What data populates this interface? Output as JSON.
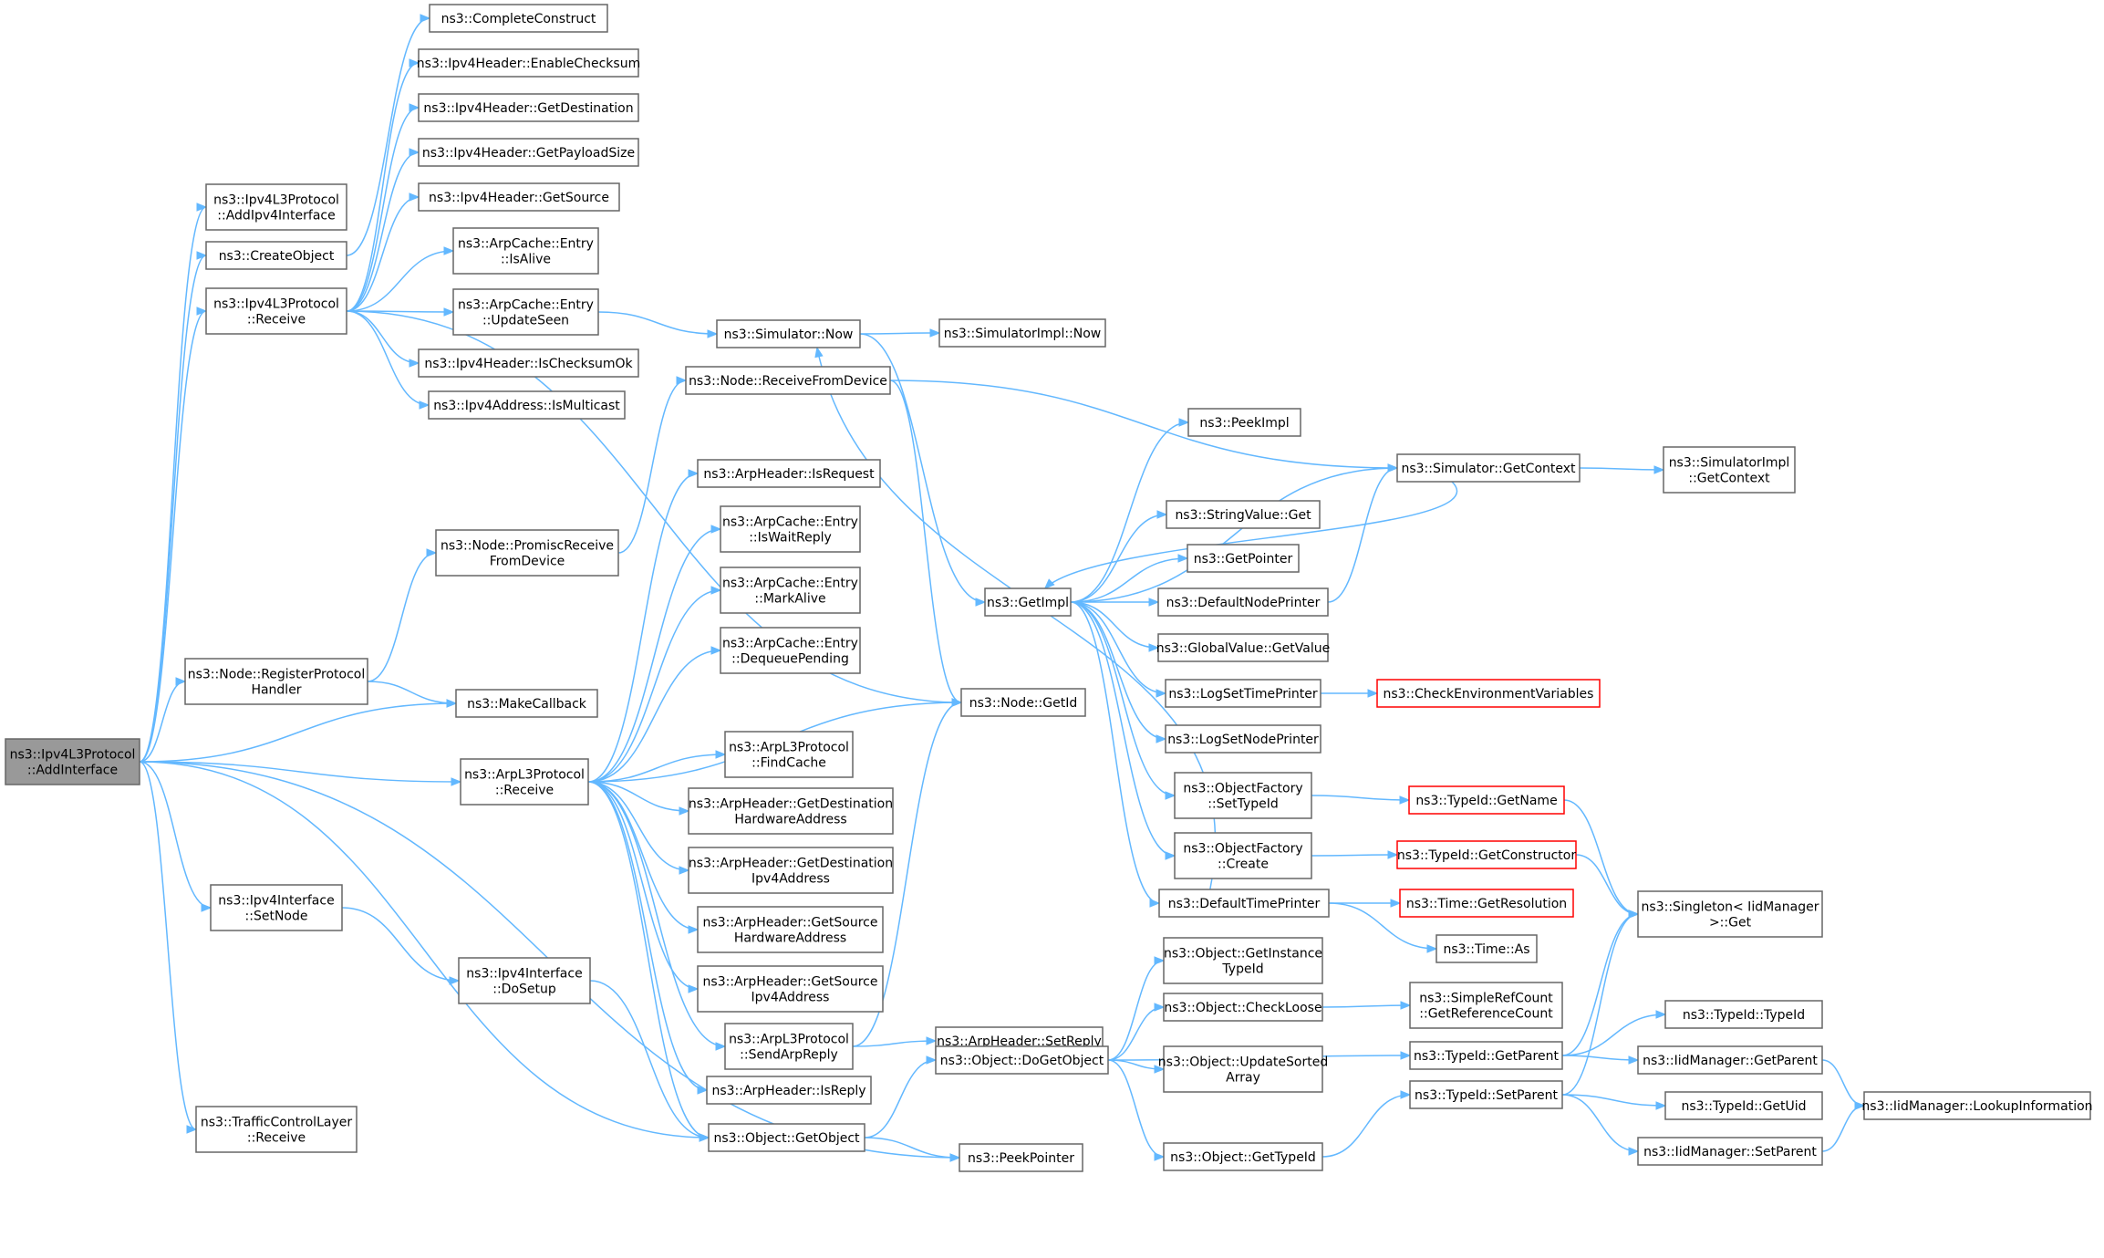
{
  "colors": {
    "edge": "#63b8ff",
    "node_border": "#666666",
    "root_fill": "#999999",
    "highlight_border": "#ff0000"
  },
  "nodes": [
    {
      "id": "AddInterface",
      "lines": [
        "ns3::Ipv4L3Protocol",
        "::AddInterface"
      ],
      "root": true
    },
    {
      "id": "AddIpv4Interface",
      "lines": [
        "ns3::Ipv4L3Protocol",
        "::AddIpv4Interface"
      ]
    },
    {
      "id": "CreateObject",
      "lines": [
        "ns3::CreateObject"
      ]
    },
    {
      "id": "Ipv4Receive",
      "lines": [
        "ns3::Ipv4L3Protocol",
        "::Receive"
      ]
    },
    {
      "id": "PromiscReceive",
      "lines": [
        "ns3::Node::PromiscReceive",
        "FromDevice"
      ]
    },
    {
      "id": "RegisterProtocol",
      "lines": [
        "ns3::Node::RegisterProtocol",
        "Handler"
      ]
    },
    {
      "id": "ArpReceive",
      "lines": [
        "ns3::ArpL3Protocol",
        "::Receive"
      ]
    },
    {
      "id": "SetNode",
      "lines": [
        "ns3::Ipv4Interface",
        "::SetNode"
      ]
    },
    {
      "id": "DoSetup",
      "lines": [
        "ns3::Ipv4Interface",
        "::DoSetup"
      ]
    },
    {
      "id": "TCLReceive",
      "lines": [
        "ns3::TrafficControlLayer",
        "::Receive"
      ]
    },
    {
      "id": "CompleteConstruct",
      "lines": [
        "ns3::CompleteConstruct"
      ]
    },
    {
      "id": "EnableChecksum",
      "lines": [
        "ns3::Ipv4Header::EnableChecksum"
      ]
    },
    {
      "id": "GetDestination",
      "lines": [
        "ns3::Ipv4Header::GetDestination"
      ]
    },
    {
      "id": "GetPayloadSize",
      "lines": [
        "ns3::Ipv4Header::GetPayloadSize"
      ]
    },
    {
      "id": "GetSource",
      "lines": [
        "ns3::Ipv4Header::GetSource"
      ]
    },
    {
      "id": "IsAlive",
      "lines": [
        "ns3::ArpCache::Entry",
        "::IsAlive"
      ]
    },
    {
      "id": "UpdateSeen",
      "lines": [
        "ns3::ArpCache::Entry",
        "::UpdateSeen"
      ]
    },
    {
      "id": "IsChecksumOk",
      "lines": [
        "ns3::Ipv4Header::IsChecksumOk"
      ]
    },
    {
      "id": "IsMulticast",
      "lines": [
        "ns3::Ipv4Address::IsMulticast"
      ]
    },
    {
      "id": "MakeCallback",
      "lines": [
        "ns3::MakeCallback"
      ]
    },
    {
      "id": "ReceiveFromDevice",
      "lines": [
        "ns3::Node::ReceiveFromDevice"
      ]
    },
    {
      "id": "IsRequest",
      "lines": [
        "ns3::ArpHeader::IsRequest"
      ]
    },
    {
      "id": "IsWaitReply",
      "lines": [
        "ns3::ArpCache::Entry",
        "::IsWaitReply"
      ]
    },
    {
      "id": "MarkAlive",
      "lines": [
        "ns3::ArpCache::Entry",
        "::MarkAlive"
      ]
    },
    {
      "id": "DequeuePending",
      "lines": [
        "ns3::ArpCache::Entry",
        "::DequeuePending"
      ]
    },
    {
      "id": "FindCache",
      "lines": [
        "ns3::ArpL3Protocol",
        "::FindCache"
      ]
    },
    {
      "id": "GetDestHW",
      "lines": [
        "ns3::ArpHeader::GetDestination",
        "HardwareAddress"
      ]
    },
    {
      "id": "GetDestIpv4",
      "lines": [
        "ns3::ArpHeader::GetDestination",
        "Ipv4Address"
      ]
    },
    {
      "id": "GetSrcHW",
      "lines": [
        "ns3::ArpHeader::GetSource",
        "HardwareAddress"
      ]
    },
    {
      "id": "GetSrcIpv4",
      "lines": [
        "ns3::ArpHeader::GetSource",
        "Ipv4Address"
      ]
    },
    {
      "id": "SendArpReply",
      "lines": [
        "ns3::ArpL3Protocol",
        "::SendArpReply"
      ]
    },
    {
      "id": "IsReply",
      "lines": [
        "ns3::ArpHeader::IsReply"
      ]
    },
    {
      "id": "GetObject",
      "lines": [
        "ns3::Object::GetObject"
      ]
    },
    {
      "id": "SimNow",
      "lines": [
        "ns3::Simulator::Now"
      ]
    },
    {
      "id": "SimImplNow",
      "lines": [
        "ns3::SimulatorImpl::Now"
      ]
    },
    {
      "id": "GetImpl",
      "lines": [
        "ns3::GetImpl"
      ]
    },
    {
      "id": "GetId",
      "lines": [
        "ns3::Node::GetId"
      ]
    },
    {
      "id": "SetReply",
      "lines": [
        "ns3::ArpHeader::SetReply"
      ]
    },
    {
      "id": "DoGetObject",
      "lines": [
        "ns3::Object::DoGetObject"
      ]
    },
    {
      "id": "PeekPointer",
      "lines": [
        "ns3::PeekPointer"
      ]
    },
    {
      "id": "PeekImpl",
      "lines": [
        "ns3::PeekImpl"
      ]
    },
    {
      "id": "StringValueGet",
      "lines": [
        "ns3::StringValue::Get"
      ]
    },
    {
      "id": "GetPointer",
      "lines": [
        "ns3::GetPointer"
      ]
    },
    {
      "id": "DefaultNodePrinter",
      "lines": [
        "ns3::DefaultNodePrinter"
      ]
    },
    {
      "id": "GlobalGetValue",
      "lines": [
        "ns3::GlobalValue::GetValue"
      ]
    },
    {
      "id": "LogSetTimePrinter",
      "lines": [
        "ns3::LogSetTimePrinter"
      ]
    },
    {
      "id": "LogSetNodePrinter",
      "lines": [
        "ns3::LogSetNodePrinter"
      ]
    },
    {
      "id": "OFSetTypeId",
      "lines": [
        "ns3::ObjectFactory",
        "::SetTypeId"
      ]
    },
    {
      "id": "OFCreate",
      "lines": [
        "ns3::ObjectFactory",
        "::Create"
      ]
    },
    {
      "id": "DefaultTimePrinter",
      "lines": [
        "ns3::DefaultTimePrinter"
      ]
    },
    {
      "id": "GetInstanceTypeId",
      "lines": [
        "ns3::Object::GetInstance",
        "TypeId"
      ]
    },
    {
      "id": "CheckLoose",
      "lines": [
        "ns3::Object::CheckLoose"
      ]
    },
    {
      "id": "UpdateSortedArray",
      "lines": [
        "ns3::Object::UpdateSorted",
        "Array"
      ]
    },
    {
      "id": "ObjGetTypeId",
      "lines": [
        "ns3::Object::GetTypeId"
      ]
    },
    {
      "id": "SimGetContext",
      "lines": [
        "ns3::Simulator::GetContext"
      ]
    },
    {
      "id": "CheckEnvVars",
      "lines": [
        "ns3::CheckEnvironmentVariables"
      ],
      "red": true
    },
    {
      "id": "TypeIdGetName",
      "lines": [
        "ns3::TypeId::GetName"
      ],
      "red": true
    },
    {
      "id": "GetConstructor",
      "lines": [
        "ns3::TypeId::GetConstructor"
      ],
      "red": true
    },
    {
      "id": "GetResolution",
      "lines": [
        "ns3::Time::GetResolution"
      ],
      "red": true
    },
    {
      "id": "TimeAs",
      "lines": [
        "ns3::Time::As"
      ]
    },
    {
      "id": "GetRefCount",
      "lines": [
        "ns3::SimpleRefCount",
        "::GetReferenceCount"
      ]
    },
    {
      "id": "TypeIdGetParent",
      "lines": [
        "ns3::TypeId::GetParent"
      ]
    },
    {
      "id": "TypeIdSetParent",
      "lines": [
        "ns3::TypeId::SetParent"
      ]
    },
    {
      "id": "SimImplGetContext",
      "lines": [
        "ns3::SimulatorImpl",
        "::GetContext"
      ]
    },
    {
      "id": "SingletonGet",
      "lines": [
        "ns3::Singleton< IidManager",
        ">::Get"
      ]
    },
    {
      "id": "TypeIdTypeId",
      "lines": [
        "ns3::TypeId::TypeId"
      ]
    },
    {
      "id": "IidGetParent",
      "lines": [
        "ns3::IidManager::GetParent"
      ]
    },
    {
      "id": "TypeIdGetUid",
      "lines": [
        "ns3::TypeId::GetUid"
      ]
    },
    {
      "id": "IidSetParent",
      "lines": [
        "ns3::IidManager::SetParent"
      ]
    },
    {
      "id": "LookupInformation",
      "lines": [
        "ns3::IidManager::LookupInformation"
      ]
    }
  ],
  "edges": [
    [
      "AddInterface",
      "AddIpv4Interface"
    ],
    [
      "AddInterface",
      "CreateObject"
    ],
    [
      "AddInterface",
      "Ipv4Receive"
    ],
    [
      "AddInterface",
      "RegisterProtocol"
    ],
    [
      "AddInterface",
      "MakeCallback"
    ],
    [
      "AddInterface",
      "ArpReceive"
    ],
    [
      "AddInterface",
      "SetNode"
    ],
    [
      "AddInterface",
      "GetObject"
    ],
    [
      "AddInterface",
      "PeekPointer"
    ],
    [
      "AddInterface",
      "TCLReceive"
    ],
    [
      "CreateObject",
      "CompleteConstruct"
    ],
    [
      "Ipv4Receive",
      "EnableChecksum"
    ],
    [
      "Ipv4Receive",
      "GetDestination"
    ],
    [
      "Ipv4Receive",
      "GetPayloadSize"
    ],
    [
      "Ipv4Receive",
      "GetSource"
    ],
    [
      "Ipv4Receive",
      "IsAlive"
    ],
    [
      "Ipv4Receive",
      "UpdateSeen"
    ],
    [
      "Ipv4Receive",
      "IsChecksumOk"
    ],
    [
      "Ipv4Receive",
      "IsMulticast"
    ],
    [
      "Ipv4Receive",
      "GetId"
    ],
    [
      "UpdateSeen",
      "SimNow"
    ],
    [
      "SimNow",
      "SimImplNow"
    ],
    [
      "SimNow",
      "GetImpl"
    ],
    [
      "RegisterProtocol",
      "PromiscReceive"
    ],
    [
      "RegisterProtocol",
      "MakeCallback"
    ],
    [
      "PromiscReceive",
      "ReceiveFromDevice"
    ],
    [
      "ReceiveFromDevice",
      "SimGetContext"
    ],
    [
      "ReceiveFromDevice",
      "GetId"
    ],
    [
      "ArpReceive",
      "IsRequest"
    ],
    [
      "ArpReceive",
      "IsWaitReply"
    ],
    [
      "ArpReceive",
      "MarkAlive"
    ],
    [
      "ArpReceive",
      "DequeuePending"
    ],
    [
      "ArpReceive",
      "GetId"
    ],
    [
      "ArpReceive",
      "FindCache"
    ],
    [
      "ArpReceive",
      "GetDestHW"
    ],
    [
      "ArpReceive",
      "GetDestIpv4"
    ],
    [
      "ArpReceive",
      "GetSrcHW"
    ],
    [
      "ArpReceive",
      "GetSrcIpv4"
    ],
    [
      "ArpReceive",
      "SendArpReply"
    ],
    [
      "ArpReceive",
      "IsReply"
    ],
    [
      "ArpReceive",
      "GetObject"
    ],
    [
      "SendArpReply",
      "SetReply"
    ],
    [
      "SendArpReply",
      "GetId"
    ],
    [
      "SetNode",
      "DoSetup"
    ],
    [
      "DoSetup",
      "GetObject"
    ],
    [
      "GetObject",
      "DoGetObject"
    ],
    [
      "GetObject",
      "PeekPointer"
    ],
    [
      "DoGetObject",
      "GetInstanceTypeId"
    ],
    [
      "DoGetObject",
      "CheckLoose"
    ],
    [
      "DoGetObject",
      "TypeIdGetParent"
    ],
    [
      "DoGetObject",
      "UpdateSortedArray"
    ],
    [
      "DoGetObject",
      "ObjGetTypeId"
    ],
    [
      "CheckLoose",
      "GetRefCount"
    ],
    [
      "ObjGetTypeId",
      "TypeIdSetParent"
    ],
    [
      "GetImpl",
      "PeekImpl"
    ],
    [
      "GetImpl",
      "SimGetContext"
    ],
    [
      "GetImpl",
      "StringValueGet"
    ],
    [
      "GetImpl",
      "GetPointer"
    ],
    [
      "GetImpl",
      "DefaultNodePrinter"
    ],
    [
      "GetImpl",
      "GlobalGetValue"
    ],
    [
      "GetImpl",
      "LogSetTimePrinter"
    ],
    [
      "GetImpl",
      "LogSetNodePrinter"
    ],
    [
      "GetImpl",
      "OFSetTypeId"
    ],
    [
      "GetImpl",
      "OFCreate"
    ],
    [
      "GetImpl",
      "DefaultTimePrinter"
    ],
    [
      "SimGetContext",
      "SimImplGetContext"
    ],
    [
      "SimGetContext",
      "GetImpl"
    ],
    [
      "DefaultNodePrinter",
      "SimGetContext"
    ],
    [
      "DefaultTimePrinter",
      "SimNow"
    ],
    [
      "DefaultTimePrinter",
      "GetResolution"
    ],
    [
      "DefaultTimePrinter",
      "TimeAs"
    ],
    [
      "LogSetTimePrinter",
      "CheckEnvVars"
    ],
    [
      "OFSetTypeId",
      "TypeIdGetName"
    ],
    [
      "OFCreate",
      "GetConstructor"
    ],
    [
      "TypeIdGetName",
      "SingletonGet"
    ],
    [
      "GetConstructor",
      "SingletonGet"
    ],
    [
      "TypeIdGetParent",
      "SingletonGet"
    ],
    [
      "TypeIdGetParent",
      "TypeIdTypeId"
    ],
    [
      "TypeIdGetParent",
      "IidGetParent"
    ],
    [
      "TypeIdSetParent",
      "SingletonGet"
    ],
    [
      "TypeIdSetParent",
      "TypeIdGetUid"
    ],
    [
      "TypeIdSetParent",
      "IidSetParent"
    ],
    [
      "IidGetParent",
      "LookupInformation"
    ],
    [
      "IidSetParent",
      "LookupInformation"
    ]
  ]
}
